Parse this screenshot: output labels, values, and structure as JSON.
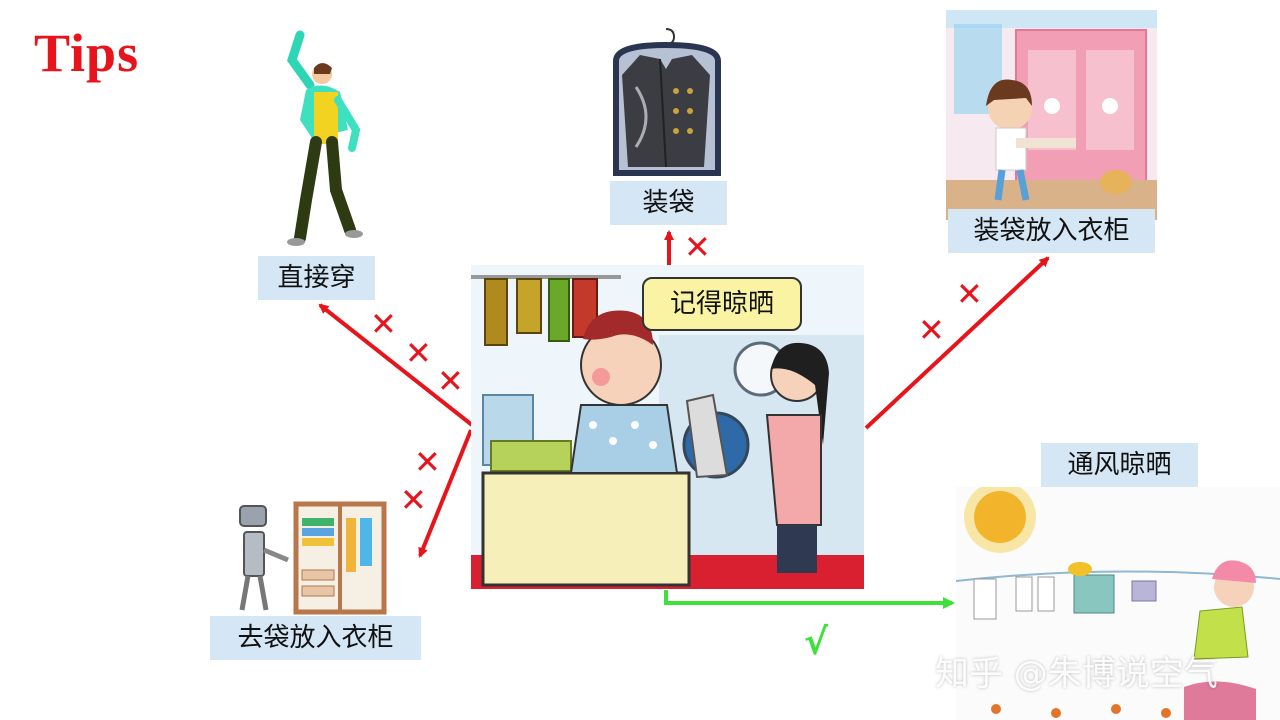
{
  "title": "Tips",
  "labels": {
    "wear_directly": "直接穿",
    "bagged": "装袋",
    "bagged_into_wardrobe": "装袋放入衣柜",
    "unbag_into_wardrobe": "去袋放入衣柜",
    "ventilate_sun_dry": "通风晾晒"
  },
  "bubble": "记得晾晒",
  "marks": {
    "wrong": "✕",
    "right": "√"
  },
  "watermark": "知乎 @朱博说空气",
  "colors": {
    "title": "#e8141c",
    "wrong_arrow": "#e8141c",
    "right_arrow": "#3ee03a",
    "label_bg": "#d5e6f5"
  }
}
